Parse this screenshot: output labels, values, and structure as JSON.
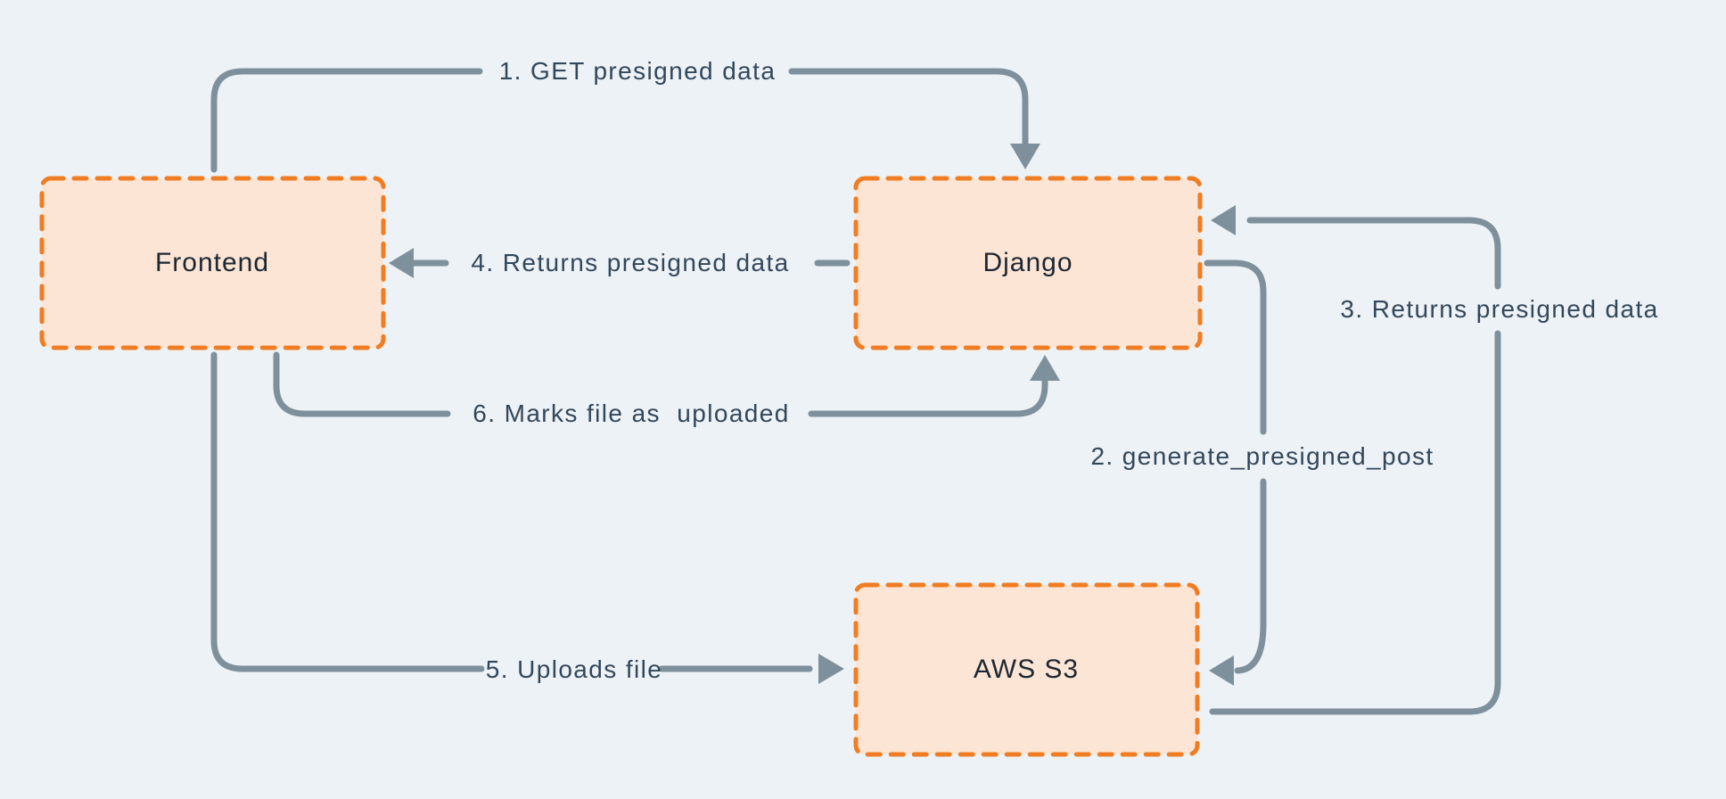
{
  "theme": {
    "background": "#edf2f6",
    "node_fill": "#fce5d4",
    "node_border": "#f07d23",
    "arrow": "#7e909c",
    "edge_label_color": "#33475a",
    "node_label_color": "#1c2734"
  },
  "nodes": {
    "frontend": {
      "label": "Frontend"
    },
    "django": {
      "label": "Django"
    },
    "aws_s3": {
      "label": "AWS S3"
    }
  },
  "edges": {
    "e1": {
      "label": "1. GET presigned data",
      "from": "Frontend",
      "to": "Django"
    },
    "e2": {
      "label": "2. generate_presigned_post",
      "from": "Django",
      "to": "AWS S3"
    },
    "e3": {
      "label": "3. Returns presigned data",
      "from": "AWS S3",
      "to": "Django"
    },
    "e4": {
      "label": "4. Returns presigned data",
      "from": "Django",
      "to": "Frontend"
    },
    "e5": {
      "label": "5. Uploads file",
      "from": "Frontend",
      "to": "AWS S3"
    },
    "e6": {
      "label": "6. Marks file as  uploaded",
      "from": "Frontend",
      "to": "Django"
    }
  }
}
